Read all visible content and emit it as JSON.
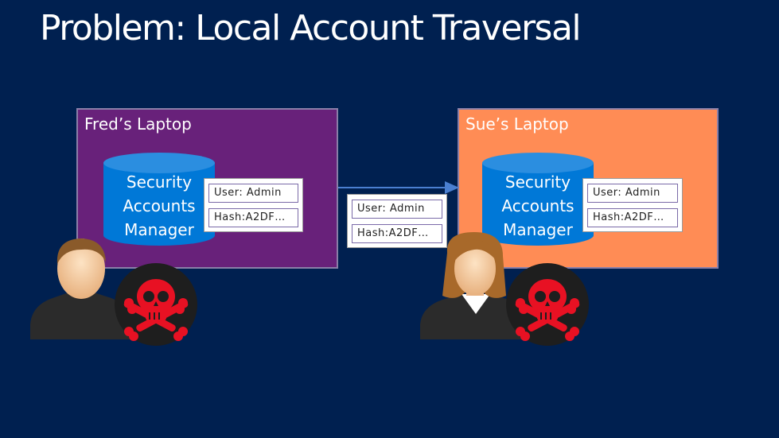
{
  "slide": {
    "title": "Problem: Local Account Traversal"
  },
  "fred_laptop": {
    "label": "Fred’s Laptop",
    "sam_label": "Security Accounts Manager",
    "sam_lines": [
      "Security",
      "Accounts",
      "Manager"
    ],
    "user_field": "User: Admin",
    "hash_field": "Hash:A2DF…"
  },
  "transfer_packet": {
    "user_field": "User: Admin",
    "hash_field": "Hash:A2DF…"
  },
  "sue_laptop": {
    "label": "Sue’s Laptop",
    "sam_label": "Security Accounts Manager",
    "sam_lines": [
      "Security",
      "Accounts",
      "Manager"
    ],
    "user_field": "User: Admin",
    "hash_field": "Hash:A2DF…"
  },
  "icons": {
    "fred": "male-user-icon",
    "sue": "female-user-icon",
    "danger": "skull-crossbones-icon",
    "database": "database-cylinder-icon",
    "arrow": "arrow-right-icon"
  },
  "colors": {
    "background": "#002050",
    "fred_laptop": "#68217a",
    "sue_laptop": "#ff8c55",
    "database": "#0078d7",
    "arrow": "#4a7fd0",
    "skull": "#e81123",
    "skull_badge": "#1e1e1e"
  }
}
